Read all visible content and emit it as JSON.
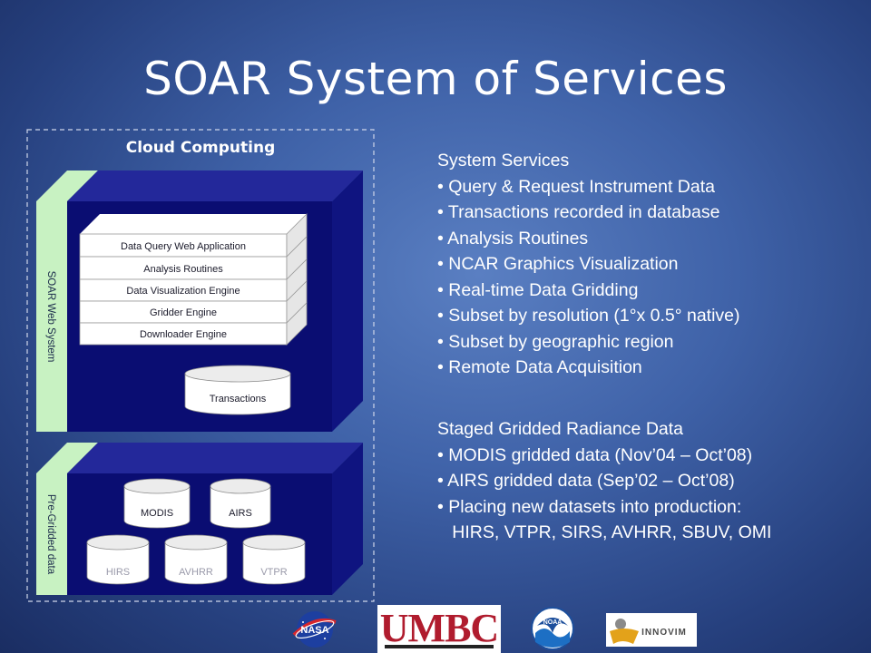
{
  "slide": {
    "title": "SOAR System of Services"
  },
  "diagram": {
    "cloud_label": "Cloud Computing",
    "web_system": {
      "side_label": "SOAR Web System",
      "layers": [
        "Data Query Web Application",
        "Analysis Routines",
        "Data Visualization Engine",
        "Gridder Engine",
        "Downloader Engine"
      ],
      "database": "Transactions"
    },
    "pregridded": {
      "side_label": "Pre-Gridded data",
      "top_row": [
        "MODIS",
        "AIRS"
      ],
      "bottom_row": [
        "HIRS",
        "AVHRR",
        "VTPR"
      ]
    }
  },
  "system_services": {
    "heading": "System Services",
    "items": [
      "• Query & Request Instrument Data",
      "• Transactions recorded in database",
      "• Analysis Routines",
      "• NCAR Graphics Visualization",
      "• Real-time Data Gridding",
      "• Subset by resolution (1°x 0.5° native)",
      "• Subset by geographic region",
      "• Remote Data Acquisition"
    ]
  },
  "staged_data": {
    "heading": "Staged Gridded Radiance Data",
    "items": [
      "• MODIS gridded data (Nov’04 – Oct’08)",
      "• AIRS gridded data (Sep’02 – Oct’08)",
      "• Placing new datasets into production:",
      "   HIRS, VTPR, SIRS, AVHRR, SBUV, OMI"
    ]
  },
  "logos": {
    "nasa": "NASA",
    "umbc": "UMBC",
    "noaa": "NOAA",
    "innovim": "INNOVIM"
  },
  "colors": {
    "box_front": "#0a0d72",
    "box_top": "#23289a",
    "box_side": "#0f1480",
    "side_strip": "#c8f2c2",
    "umbc_red": "#b01c2e"
  }
}
